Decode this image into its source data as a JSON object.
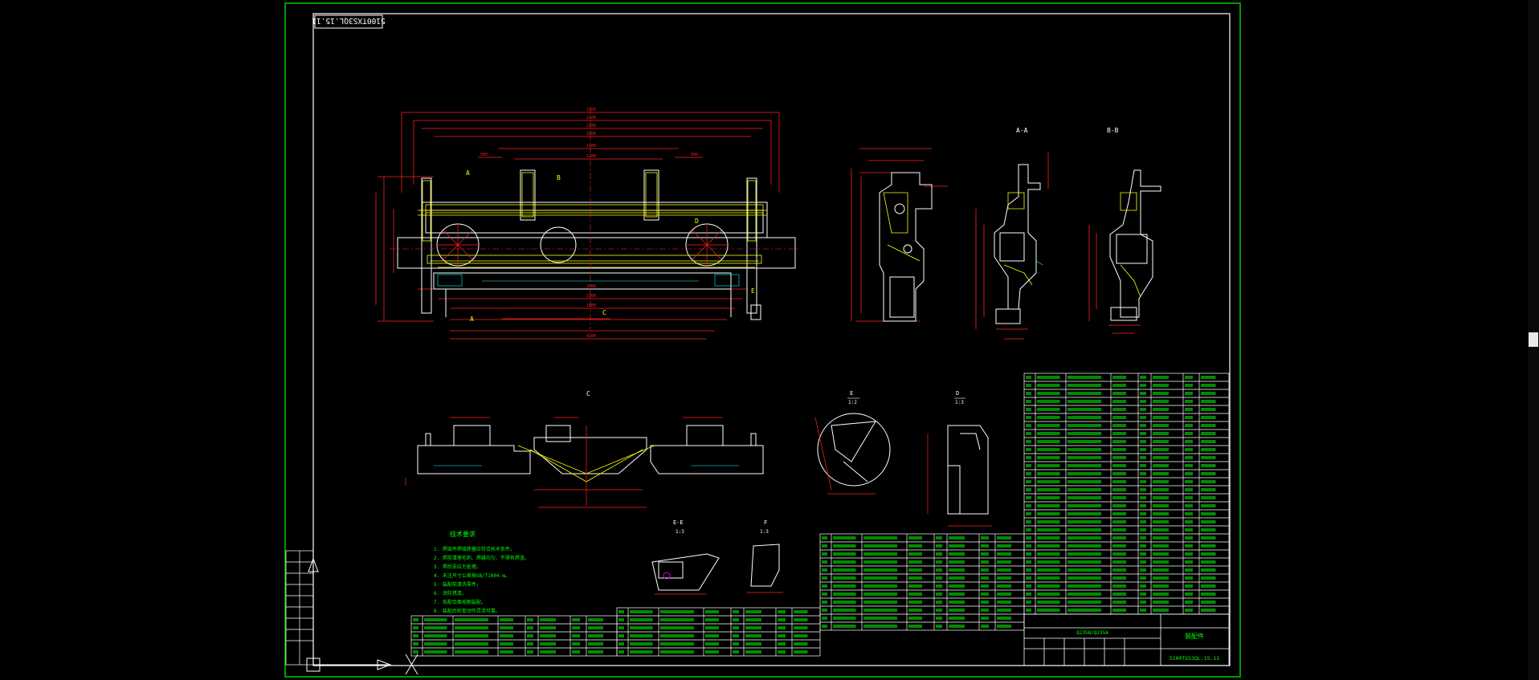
{
  "drawing": {
    "mirrored_code": "5100TXS3QL.15.11",
    "title_block": {
      "drawing_number": "5100TXS3QL.15.11",
      "material": "Q235B/Q235A",
      "name": "装配件"
    },
    "views": {
      "section_aa": "A-A",
      "section_bb": "B-B",
      "view_c": "C",
      "view_d": "D",
      "view_e": "E",
      "view_ee": "E-E",
      "view_f": "F",
      "scale_12": "1:2",
      "scale_13": "1:3"
    },
    "tech_requirements": {
      "heading": "技术要求",
      "lines": [
        "1. 焊接件焊接质量应符合技术条件。",
        "2. 焊前清理毛刺、焊缝均匀、不得有焊渣。",
        "3. 焊后去应力处理。",
        "4. 未注尺寸公差按GB/T1804-m。",
        "5. 装配前清洗零件。",
        "6. 涂防锈漆。",
        "7. 各配合面按图装配。",
        "8. 装配后检查动作灵活可靠。"
      ]
    }
  },
  "colors": {
    "background": "#000000",
    "frame": "#00ff00",
    "outline": "#ffffff",
    "dimension": "#ff2020",
    "centerline": "#ffff00",
    "hidden": "#00ffff"
  }
}
